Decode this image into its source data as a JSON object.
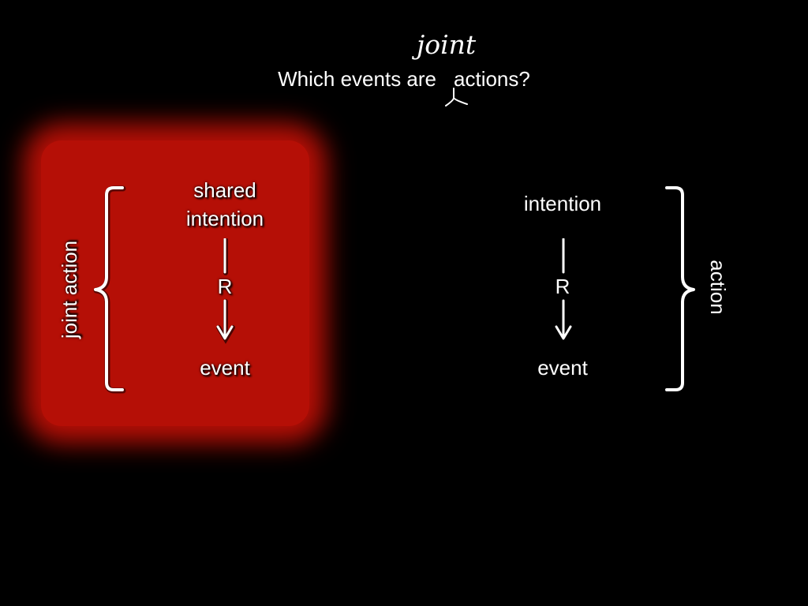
{
  "title": {
    "before": "Which events are",
    "after": "actions?",
    "inserted_word": "joint"
  },
  "left_panel": {
    "top_node_line1": "shared",
    "top_node_line2": "intention",
    "relation": "R",
    "bottom_node": "event",
    "bracket_label": "joint action",
    "highlight_color": "#b50f06"
  },
  "right_panel": {
    "top_node": "intention",
    "relation": "R",
    "bottom_node": "event",
    "bracket_label": "action"
  }
}
